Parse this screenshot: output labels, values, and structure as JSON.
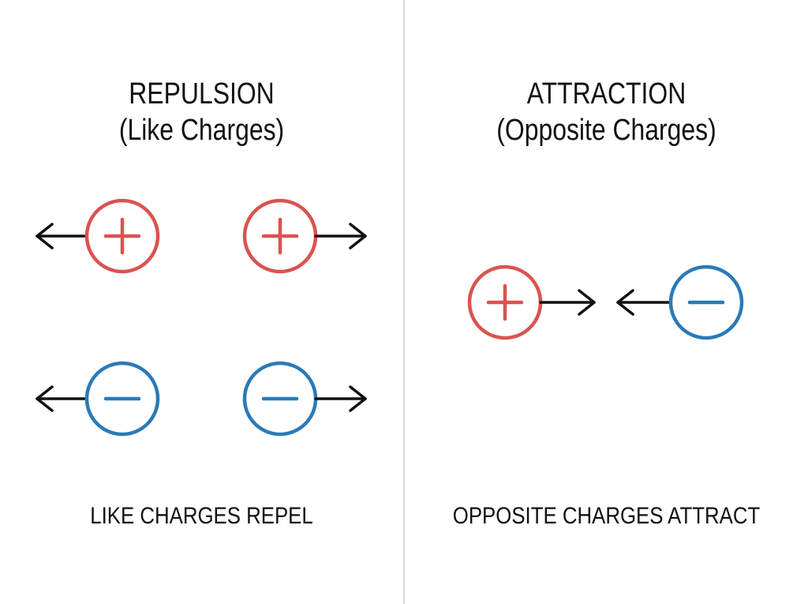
{
  "colors": {
    "positive": "#d9534f",
    "negative": "#2a7ab8",
    "arrow": "#111111",
    "divider": "#dcdcdc"
  },
  "repulsion": {
    "title": "REPULSION",
    "subtitle": "(Like Charges)",
    "caption": "LIKE CHARGES REPEL"
  },
  "attraction": {
    "title": "ATTRACTION",
    "subtitle": "(Opposite Charges)",
    "caption": "OPPOSITE CHARGES ATTRACT"
  }
}
